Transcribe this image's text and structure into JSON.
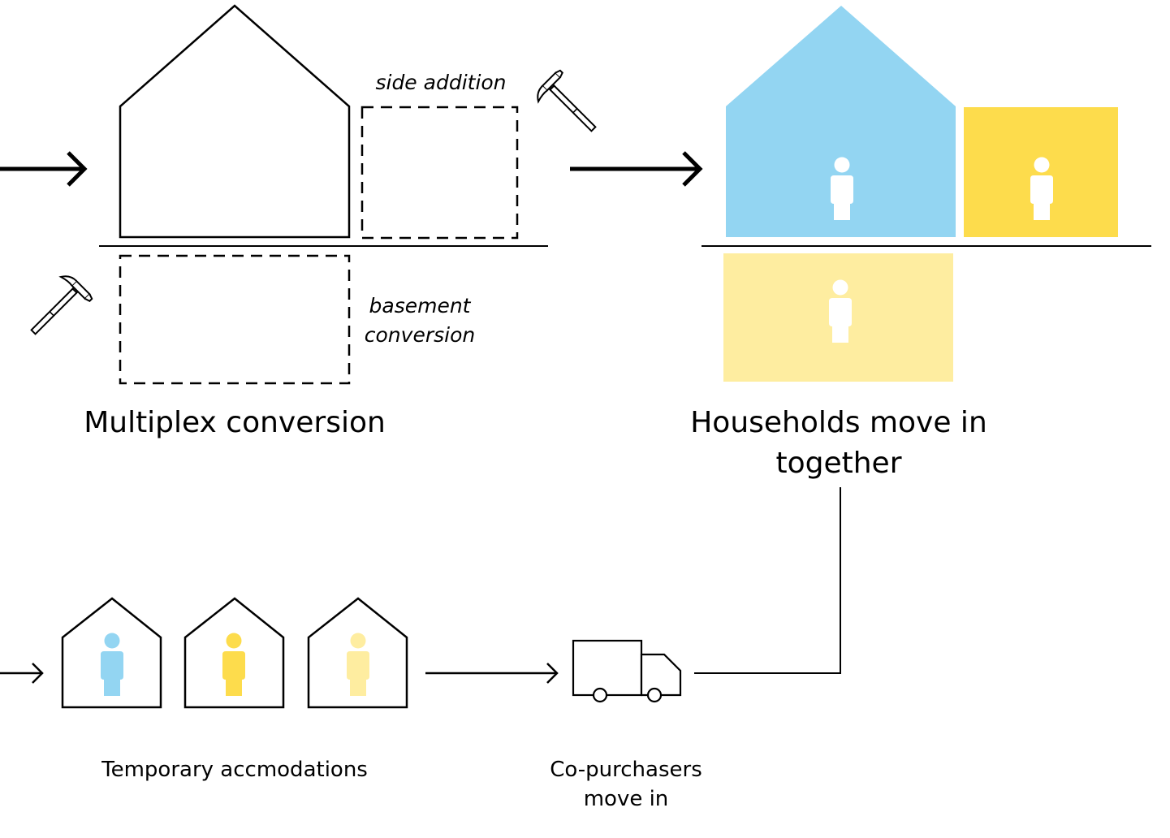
{
  "labels": {
    "side_addition": "side addition",
    "basement_line1": "basement",
    "basement_line2": "conversion",
    "multiplex": "Multiplex conversion",
    "households_line1": "Households move in",
    "households_line2": "together",
    "temporary": "Temporary accmodations",
    "copurchasers_line1": "Co-purchasers",
    "copurchasers_line2": "move in"
  },
  "colors": {
    "blue": "#93d5f2",
    "yellow": "#fddc4c",
    "pale_yellow": "#feeda0",
    "ink": "#000000"
  },
  "icons": [
    "hammer-icon",
    "person-icon",
    "house-icon",
    "truck-icon",
    "arrow-right-icon"
  ]
}
